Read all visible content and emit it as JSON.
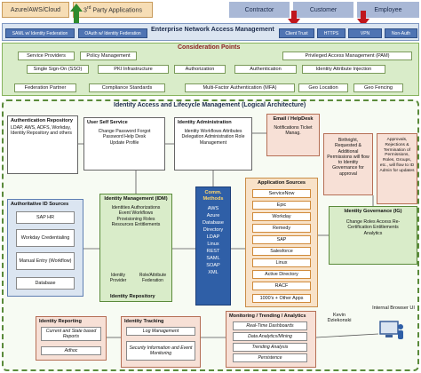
{
  "top": {
    "azure": "Azure/AWS/Cloud",
    "third_party": "3",
    "third_party_sup": "rd",
    "third_party_rest": " Party Applications",
    "contractor": "Contractor",
    "customer": "Customer",
    "employee": "Employee"
  },
  "enam": {
    "title": "Enterprise Network Access Management",
    "saml": "SAML w/ Identity Federation",
    "oauth": "OAuth w/ Identity Federation",
    "client_trust": "Client Trust",
    "https": "HTTPS",
    "vpn": "VPN",
    "non_auth": "Non-Auth"
  },
  "considerations": {
    "title": "Consideration Points",
    "items": [
      "Service Providers",
      "Policy Management",
      "Privileged Access Management (PAM)",
      "Single Sign-On (SSO)",
      "PKI Infrastructure",
      "Authorization",
      "Authentication",
      "Identity Attribute Injection",
      "Federation Partner",
      "Compliance Standards",
      "Multi-Factor Authentication (MFA)",
      "Geo Location",
      "Geo Fencing"
    ]
  },
  "iam": {
    "title": "Identity Access  and Lifecycle Management (Logical Architecture)"
  },
  "auth_repo": {
    "title": "Authentication Repository",
    "text": "LDAP, AWS, ADFS, Workday, Identity Repository and others"
  },
  "self_service": {
    "title": "User Self Service",
    "text": "Change Password Forgot Password Help Desk Update Profile"
  },
  "id_admin": {
    "title": "Identity Administration",
    "text": "Identity Workflows Attributes Delegation Administration Role Management"
  },
  "helpdesk": {
    "title": "Email / HelpDesk",
    "text": "Notifications Ticket Manag."
  },
  "birthright": "Birthright, Requested & Additional Permissions will flow to Identity Governance for approval",
  "approvals": "Approvals, Rejections & Termination of Permissions, Roles, Groups, etc., will flow to ID Admin for updates",
  "auth_id_sources": {
    "title": "Authoritative ID Sources",
    "items": [
      "SAP HR",
      "Workday Credentialing",
      "Manual Entry (Workflow)",
      "Database"
    ]
  },
  "idm": {
    "title": "Identity Management (IDM)",
    "text": "Identities Authorizations Event Workflows Provisioning Roles Resources Entitlements",
    "provider": "Identity Provider",
    "role_attr": "Role/Attribute Federation",
    "repo": "Identity Repository"
  },
  "comm": {
    "title": "Comm. Methods",
    "items": [
      "AWS",
      "Azure",
      "Database",
      "Directory",
      "LDAP",
      "Linux",
      "REST",
      "SAML",
      "SOAP",
      "XML"
    ]
  },
  "app_sources": {
    "title": "Application Sources",
    "items": [
      "ServiceNow",
      "Epic",
      "Workday",
      "Remedy",
      "SAP",
      "Salesforce",
      "Linux",
      "Active Directory",
      "RACF",
      "1000's + Other Apps"
    ]
  },
  "ig": {
    "title": "Identity Governance (IG)",
    "text": "Change Roles Access Re-Certification Entitlements Analytics"
  },
  "kevin": "Kevin Dziekonski",
  "browser": "Internal Browser UI",
  "id_reporting": {
    "title": "Identity Reporting",
    "items": [
      "Current and State based Reports",
      "Adhoc"
    ]
  },
  "id_tracking": {
    "title": "Identity Tracking",
    "items": [
      "Log Management",
      "Security Information and Event Monitoring"
    ]
  },
  "monitoring": {
    "title": "Monitoring / Trending / Analytics",
    "items": [
      "Real-Time Dashboards",
      "Data Analytics/Mining",
      "Trending Analysis",
      "Persistence"
    ]
  }
}
